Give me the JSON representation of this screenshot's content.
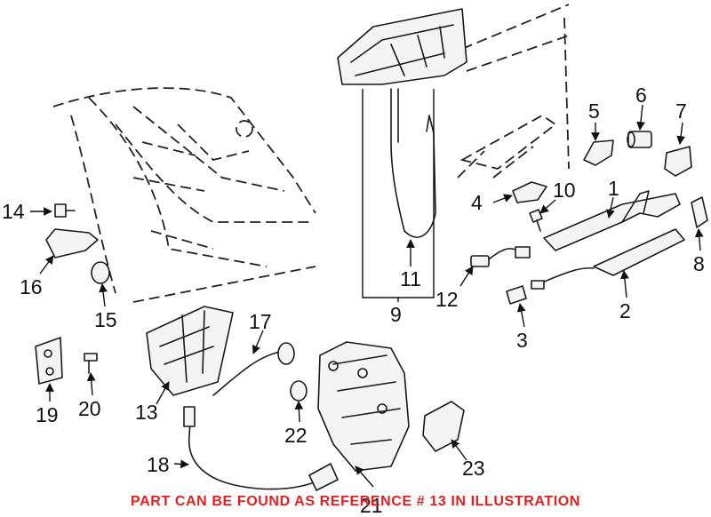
{
  "callouts": [
    "1",
    "2",
    "3",
    "4",
    "5",
    "6",
    "7",
    "8",
    "9",
    "10",
    "11",
    "12",
    "13",
    "14",
    "15",
    "16",
    "17",
    "18",
    "19",
    "20",
    "21",
    "22",
    "23"
  ],
  "note": {
    "text": "PART CAN BE FOUND AS REFERENCE # 13 IN ILLUSTRATION",
    "color": "#e02020"
  }
}
